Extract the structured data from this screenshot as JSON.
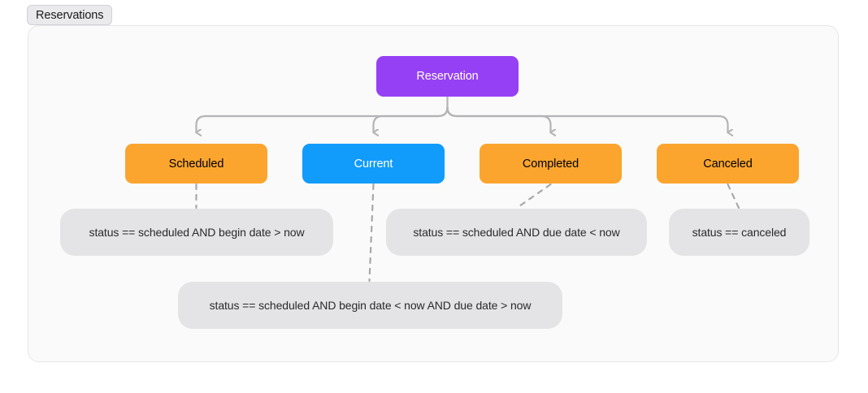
{
  "title_chip": {
    "label": "Reservations"
  },
  "colors": {
    "root_fill": "#9540F5",
    "state_orange": "#FBA52E",
    "state_blue": "#119BFB",
    "condition_fill": "#E4E4E6",
    "panel_fill": "#FAFAFA",
    "panel_border": "#E6E6E8",
    "edge_stroke": "#B4B4B6",
    "dashed_stroke": "#A8A8AC",
    "text_dark": "#1A1A1C",
    "text_light": "#FFFFFF"
  },
  "diagram": {
    "type": "state-flow",
    "root": {
      "label": "Reservation",
      "fill": "#9540F5",
      "text_color": "#FFFFFF"
    },
    "states": [
      {
        "id": "scheduled",
        "label": "Scheduled",
        "fill": "#FBA52E",
        "text_color": "#1A1A1C"
      },
      {
        "id": "current",
        "label": "Current",
        "fill": "#119BFB",
        "text_color": "#FFFFFF"
      },
      {
        "id": "completed",
        "label": "Completed",
        "fill": "#FBA52E",
        "text_color": "#1A1A1C"
      },
      {
        "id": "canceled",
        "label": "Canceled",
        "fill": "#FBA52E",
        "text_color": "#1A1A1C"
      }
    ],
    "conditions": [
      {
        "for": "scheduled",
        "text": "status == scheduled AND begin date > now"
      },
      {
        "for": "completed",
        "text": "status == scheduled AND due date < now"
      },
      {
        "for": "canceled",
        "text": "status == canceled"
      },
      {
        "for": "current",
        "text": "status == scheduled AND begin date < now AND due date > now"
      }
    ],
    "edges": [
      {
        "from": "root",
        "to": "scheduled",
        "style": "solid",
        "arrow": true
      },
      {
        "from": "root",
        "to": "current",
        "style": "solid",
        "arrow": true
      },
      {
        "from": "root",
        "to": "completed",
        "style": "solid",
        "arrow": true
      },
      {
        "from": "root",
        "to": "canceled",
        "style": "solid",
        "arrow": true
      },
      {
        "from": "scheduled",
        "to": "cond-scheduled",
        "style": "dashed",
        "arrow": false
      },
      {
        "from": "current",
        "to": "cond-current",
        "style": "dashed",
        "arrow": false
      },
      {
        "from": "completed",
        "to": "cond-completed",
        "style": "dashed",
        "arrow": false
      },
      {
        "from": "canceled",
        "to": "cond-canceled",
        "style": "dashed",
        "arrow": false
      }
    ]
  }
}
